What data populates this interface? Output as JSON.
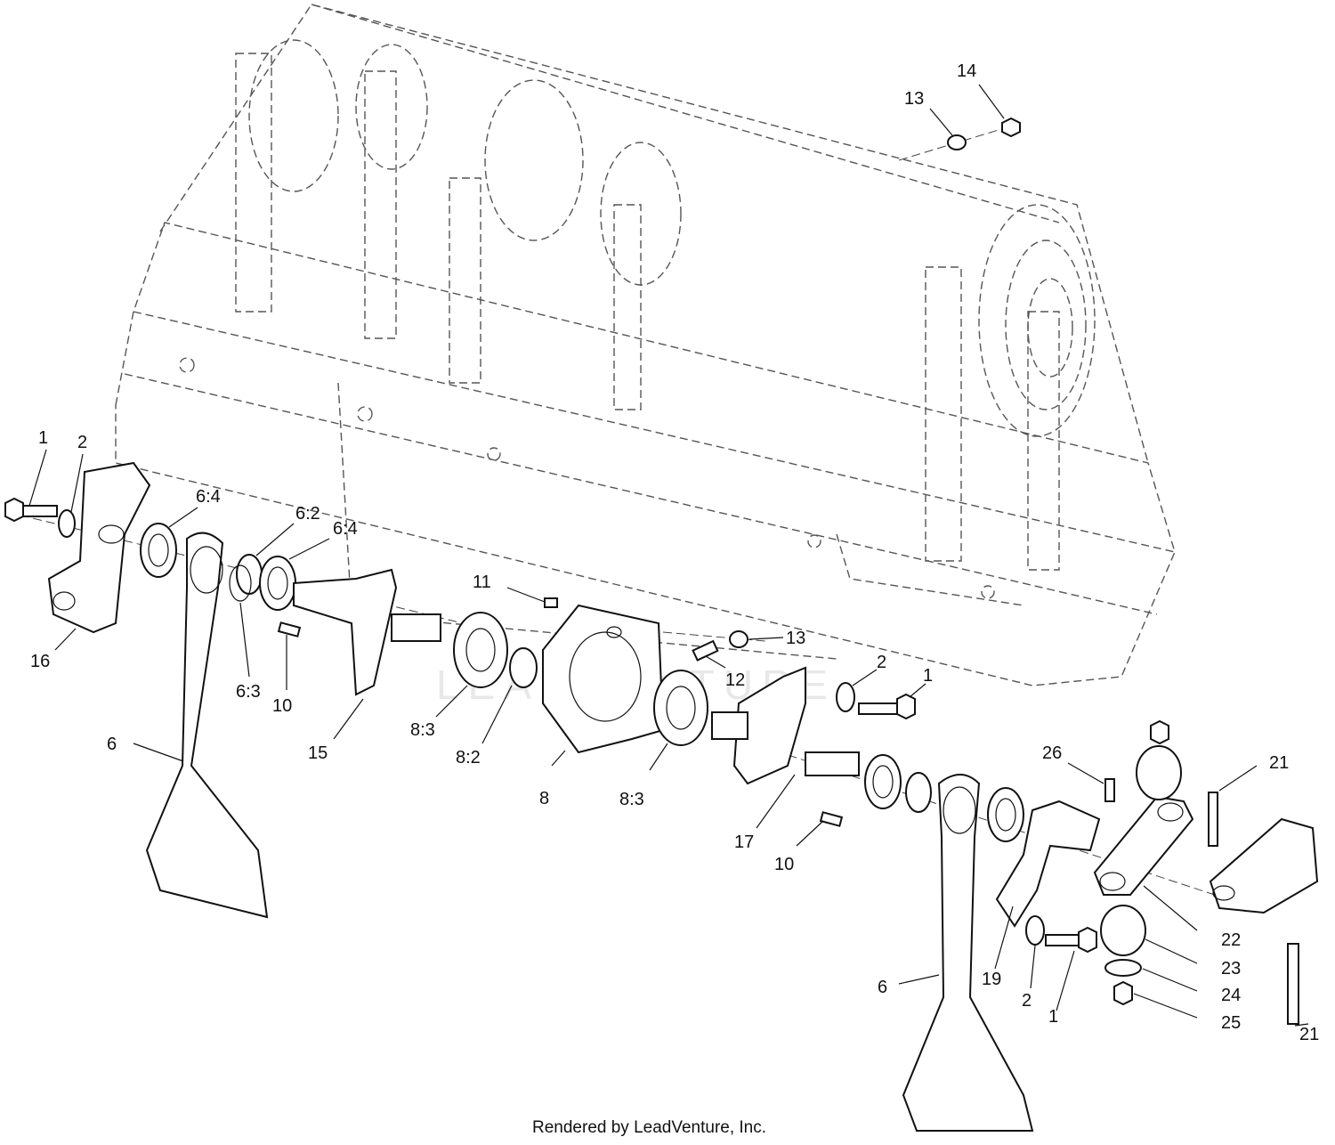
{
  "footer": "Rendered by LeadVenture, Inc.",
  "watermark": "LEADVENTURE",
  "labels": [
    {
      "id": "l-14",
      "text": "14"
    },
    {
      "id": "l-13a",
      "text": "13"
    },
    {
      "id": "l-1a",
      "text": "1"
    },
    {
      "id": "l-2a",
      "text": "2"
    },
    {
      "id": "l-64a",
      "text": "6:4"
    },
    {
      "id": "l-62",
      "text": "6:2"
    },
    {
      "id": "l-64b",
      "text": "6:4"
    },
    {
      "id": "l-11",
      "text": "11"
    },
    {
      "id": "l-13b",
      "text": "13"
    },
    {
      "id": "l-16",
      "text": "16"
    },
    {
      "id": "l-63",
      "text": "6:3"
    },
    {
      "id": "l-10a",
      "text": "10"
    },
    {
      "id": "l-12",
      "text": "12"
    },
    {
      "id": "l-2b",
      "text": "2"
    },
    {
      "id": "l-1b",
      "text": "1"
    },
    {
      "id": "l-6a",
      "text": "6"
    },
    {
      "id": "l-15",
      "text": "15"
    },
    {
      "id": "l-83a",
      "text": "8:3"
    },
    {
      "id": "l-82",
      "text": "8:2"
    },
    {
      "id": "l-8",
      "text": "8"
    },
    {
      "id": "l-83b",
      "text": "8:3"
    },
    {
      "id": "l-26",
      "text": "26"
    },
    {
      "id": "l-21a",
      "text": "21"
    },
    {
      "id": "l-17",
      "text": "17"
    },
    {
      "id": "l-10b",
      "text": "10"
    },
    {
      "id": "l-22",
      "text": "22"
    },
    {
      "id": "l-23",
      "text": "23"
    },
    {
      "id": "l-24",
      "text": "24"
    },
    {
      "id": "l-25",
      "text": "25"
    },
    {
      "id": "l-21b",
      "text": "21"
    },
    {
      "id": "l-6b",
      "text": "6"
    },
    {
      "id": "l-19",
      "text": "19"
    },
    {
      "id": "l-2c",
      "text": "2"
    },
    {
      "id": "l-1c",
      "text": "1"
    }
  ]
}
